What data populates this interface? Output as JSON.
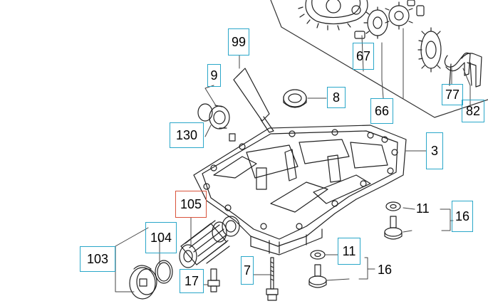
{
  "accent_box_color": "#2aa7c9",
  "highlight_box_color": "#d9533b",
  "parts": {
    "p99": "99",
    "p9": "9",
    "p8": "8",
    "p130": "130",
    "p67": "67",
    "p66": "66",
    "p77": "77",
    "p82": "82",
    "p3": "3",
    "p11a": "11",
    "p16a": "16",
    "p105": "105",
    "p104": "104",
    "p103": "103",
    "p17": "17",
    "p7": "7",
    "p11b": "11",
    "p16b": "16"
  }
}
